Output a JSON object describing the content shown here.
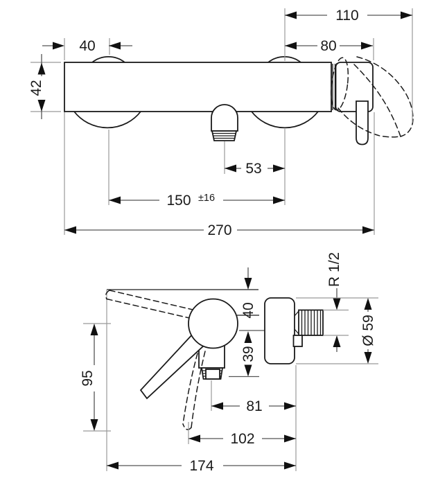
{
  "drawing_type": "technical-dimension-drawing",
  "colors": {
    "background": "#ffffff",
    "outline": "#1a1a1a",
    "dimension_line": "#555555",
    "extension_line": "#999999",
    "arrow": "#111111"
  },
  "front_view": {
    "dim_110": "110",
    "dim_40": "40",
    "dim_80": "80",
    "dim_42": "42",
    "dim_53": "53",
    "dim_150": "150",
    "dim_150_tol": "±16",
    "dim_270": "270"
  },
  "side_view": {
    "dim_thread": "R 1/2",
    "dim_40": "40",
    "dim_39": "39",
    "dim_diameter": "Ø 59",
    "dim_95": "95",
    "dim_81": "81",
    "dim_102": "102",
    "dim_174": "174"
  }
}
